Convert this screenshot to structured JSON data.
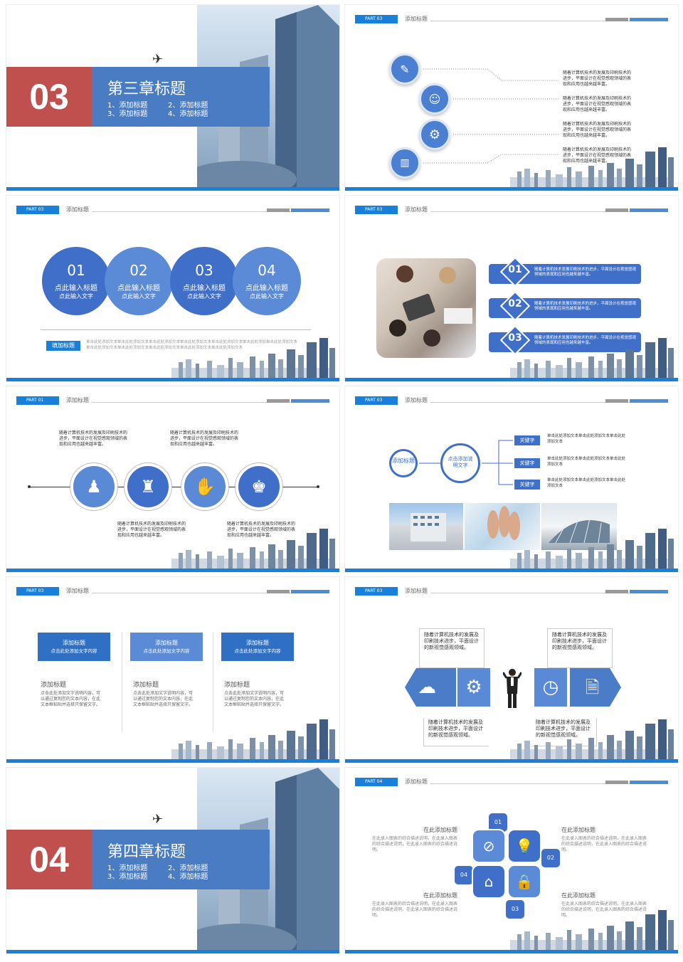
{
  "slide1": {
    "number": "03",
    "title": "第三章标题",
    "items": [
      "1、添加标题",
      "2、添加标题",
      "3、添加标题",
      "4、添加标题"
    ]
  },
  "slide2": {
    "part": "PART 03",
    "title": "添加标题",
    "paragraphs": [
      "随着计算机技术的发展及印刷技术的进步，平面设计在视觉感观领域的表现和应用也越来越丰富。",
      "随着计算机技术的发展及印刷技术的进步，平面设计在视觉感观领域的表现和应用也越来越丰富。",
      "随着计算机技术的发展及印刷技术的进步，平面设计在视觉感观领域的表现和应用也越来越丰富。",
      "随着计算机技术的发展及印刷技术的进步，平面设计在视觉感观领域的表现和应用也越来越丰富。"
    ]
  },
  "slide3": {
    "part": "PART 03",
    "title": "添加标题",
    "circles": [
      {
        "num": "01",
        "title": "点此输入标题",
        "sub": "点此输入文字"
      },
      {
        "num": "02",
        "title": "点此输入标题",
        "sub": "点此输入文字"
      },
      {
        "num": "03",
        "title": "点此输入标题",
        "sub": "点此输入文字"
      },
      {
        "num": "04",
        "title": "点此输入标题",
        "sub": "点此输入文字"
      }
    ],
    "fill_label": "填加标题",
    "fill_text": "单击此处添加文本单击此处添加文本单击此处添加文本单击此处添加文本单击此处添加文本单击此处添加单击此处添加文本单击此处添加文本单击此处添加文本单击此处添加文本单击此处添加文本单击此处添加文本"
  },
  "slide4": {
    "part": "PART 03",
    "title": "添加标题",
    "rows": [
      {
        "num": "01",
        "text": "随着计算机技术发展印刷技术的进步，平面设计在视觉感观领域的表现和应用也越来越丰富。"
      },
      {
        "num": "02",
        "text": "随着计算机技术发展印刷技术的进步，平面设计在视觉感观领域的表现和应用也越来越丰富。"
      },
      {
        "num": "03",
        "text": "随着计算机技术发展印刷技术的进步，平面设计在视觉感观领域的表现和应用也越来越丰富。"
      }
    ]
  },
  "slide5": {
    "part": "PART 01",
    "title": "添加标题",
    "top_texts": [
      "随着计算机技术的发展及印刷技术的进步，平面设计在视觉感观领域的表现和应用也越来越丰富。",
      "随着计算机技术的发展及印刷技术的进步，平面设计在视觉感观领域的表现和应用也越来越丰富。"
    ],
    "bottom_texts": [
      "随着计算机技术的发展及印刷技术的进步，平面设计在视觉感观领域的表现和应用也越来越丰富。",
      "随着计算机技术的发展及印刷技术的进步，平面设计在视觉感观领域的表现和应用也越来越丰富。"
    ]
  },
  "slide6": {
    "part": "PART 03",
    "title": "添加标题",
    "left_circle": "添加标题",
    "mid_circle": "点击添加说明文字",
    "keywords": [
      {
        "label": "关键字",
        "text": "单击此处添加文本单击此处添加文本单击此处添加文本"
      },
      {
        "label": "关键字",
        "text": "单击此处添加文本单击此处添加文本单击此处添加文本"
      },
      {
        "label": "关键字",
        "text": "单击此处添加文本单击此处添加文本单击此处添加文本"
      }
    ]
  },
  "slide7": {
    "part": "PART 03",
    "title": "添加标题",
    "columns": [
      {
        "box_title": "添加标题",
        "box_sub": "点击此处添加文字内容",
        "heading": "添加标题",
        "text": "点击此处添加文字说明内容，可以通过复制您的文本内容，在此文本框粘贴并选择只保留文字。"
      },
      {
        "box_title": "添加标题",
        "box_sub": "点击此处添加文字内容",
        "heading": "添加标题",
        "text": "点击此处添加文字说明内容，可以通过复制您的文本内容，在此文本框粘贴并选择只保留文字。"
      },
      {
        "box_title": "添加标题",
        "box_sub": "点击此处添加文字内容",
        "heading": "添加标题",
        "text": "点击此处添加文字说明内容，可以通过复制您的文本内容，在此文本框粘贴并选择只保留文字。"
      }
    ]
  },
  "slide8": {
    "part": "PART 03",
    "title": "添加标题",
    "texts": [
      "随着计算机技术的发展及印刷技术进步，平面设计的新视觉感观领域。",
      "随着计算机技术的发展及印刷技术进步，平面设计的新视觉感观领域。",
      "随着计算机技术的发展及印刷技术进步，平面设计的新视觉感观领域。",
      "随着计算机技术的发展及印刷技术进步，平面设计的新视觉感观领域。"
    ]
  },
  "slide9": {
    "number": "04",
    "title": "第四章标题",
    "items": [
      "1、添加标题",
      "2、添加标题",
      "3、添加标题",
      "4、添加标题"
    ]
  },
  "slide10": {
    "part": "PART 04",
    "title": "添加标题",
    "blocks": [
      {
        "heading": "在此添加标题",
        "text": "在此录入图表的综合描述说明，在此录入图表的综合描述说明，在此录入图表的综合描述说明。"
      },
      {
        "heading": "在此添加标题",
        "text": "在此录入图表的综合描述说明，在此录入图表的综合描述说明，在此录入图表的综合描述说明。"
      },
      {
        "heading": "在此添加标题",
        "text": "在此录入图表的综合描述说明，在此录入图表的综合描述说明，在此录入图表的综合描述说明。"
      },
      {
        "heading": "在此添加标题",
        "text": "在此录入图表的综合描述说明，在此录入图表的综合描述说明，在此录入图表的综合描述说明。"
      }
    ],
    "tabs": [
      "01",
      "02",
      "03",
      "04"
    ]
  }
}
